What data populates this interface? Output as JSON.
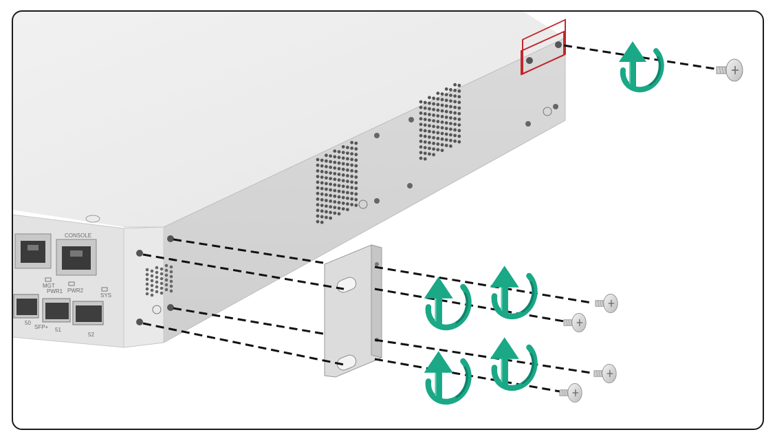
{
  "figure": {
    "description_free": true,
    "colors": {
      "frame": "#1a1a1a",
      "chassis_top": "#ececec",
      "chassis_side": "#d6d6d6",
      "front_panel": "#e4e4e4",
      "rotation_arrow": "#1aa886",
      "highlight_box": "#c0272d",
      "dashed_line": "#111111",
      "bracket": "#dcdcdc",
      "screw": "#d8d8d8"
    }
  },
  "panel_labels": {
    "console": "CONSOLE",
    "mgt": "MGT",
    "pwr1": "PWR1",
    "pwr2": "PWR2",
    "sys": "SYS",
    "sfp": "SFP+",
    "port_50": "50",
    "port_51": "51",
    "port_52": "52"
  },
  "icons": {
    "rotation": "clockwise-rotation-arrow-icon",
    "screw": "phillips-screw-icon",
    "bracket": "mounting-bracket-icon",
    "ground": "ground-symbol-icon"
  },
  "steps": {
    "remove_screw_count": 1,
    "install_screw_count": 4
  }
}
